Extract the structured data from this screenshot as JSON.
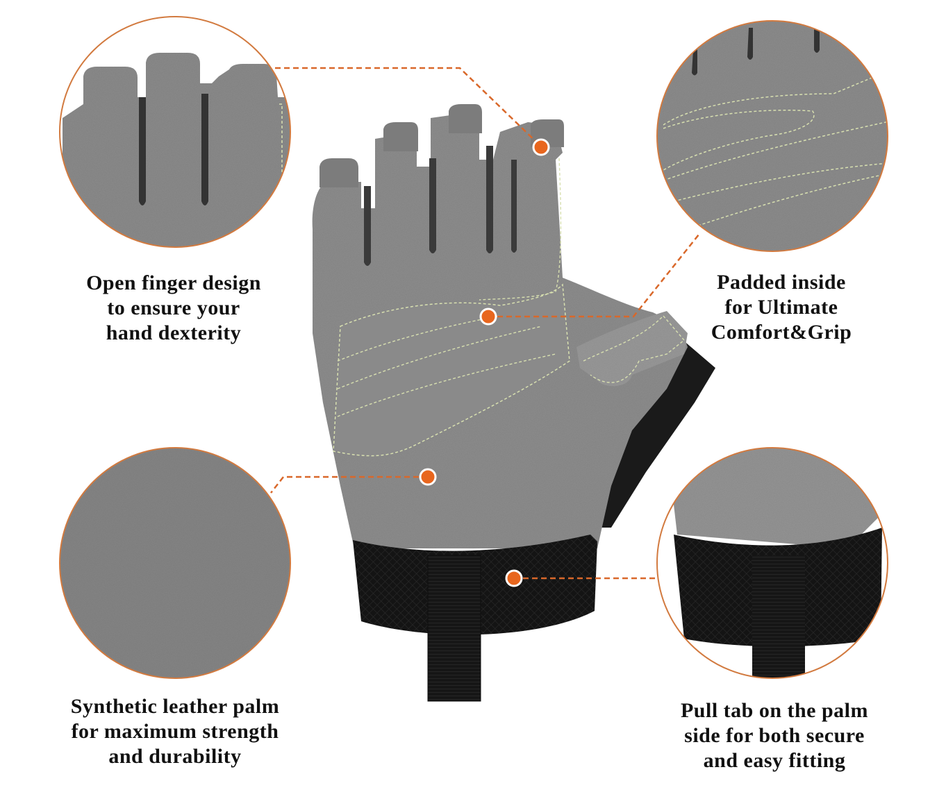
{
  "accent_color": "#e8661e",
  "connector_color": "#d9682a",
  "circle_border_color": "#d27a3f",
  "features": [
    {
      "id": "open-finger",
      "lines": [
        "Open finger design",
        "to ensure your",
        "hand dexterity"
      ],
      "detail_image": "fingertips-closeup"
    },
    {
      "id": "padded-inside",
      "lines": [
        "Padded inside",
        "for Ultimate",
        "Comfort&Grip"
      ],
      "detail_image": "palm-padding-closeup"
    },
    {
      "id": "synthetic-leather",
      "lines": [
        "Synthetic leather palm",
        "for maximum strength",
        "and durability"
      ],
      "detail_image": "leather-texture-closeup"
    },
    {
      "id": "pull-tab",
      "lines": [
        "Pull tab on the palm",
        "side for both secure",
        "and easy fitting"
      ],
      "detail_image": "wrist-strap-closeup"
    }
  ],
  "product_image": "fingerless-glove-palm-view"
}
